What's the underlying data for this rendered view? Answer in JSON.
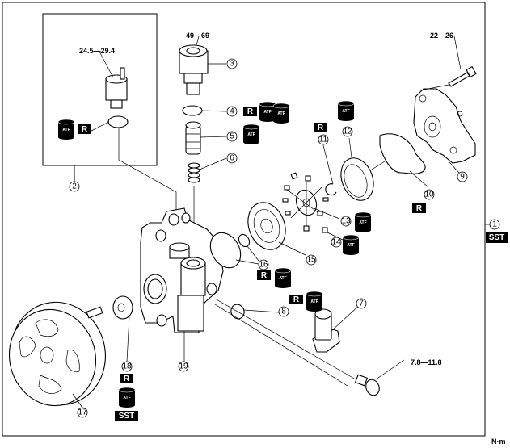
{
  "diagram": {
    "title": "Power steering oil pump exploded view",
    "unit_label": "N·m",
    "torque_specs": [
      {
        "id": "torque-switch",
        "text": "24.5—29.4"
      },
      {
        "id": "torque-plug",
        "text": "49—69"
      },
      {
        "id": "torque-cover-bolt",
        "text": "22—26"
      },
      {
        "id": "torque-connector-bolt",
        "text": "7.8—11.8"
      }
    ],
    "callouts": [
      "1",
      "2",
      "3",
      "4",
      "5",
      "6",
      "7",
      "8",
      "9",
      "10",
      "11",
      "12",
      "13",
      "14",
      "15",
      "16",
      "17",
      "18",
      "19"
    ],
    "badges": {
      "replace": "R",
      "special_tool": "SST",
      "fluid": "ATF"
    },
    "colors": {
      "line": "#000000",
      "badge_bg": "#000000",
      "badge_fg": "#ffffff",
      "background": "#ffffff"
    }
  }
}
